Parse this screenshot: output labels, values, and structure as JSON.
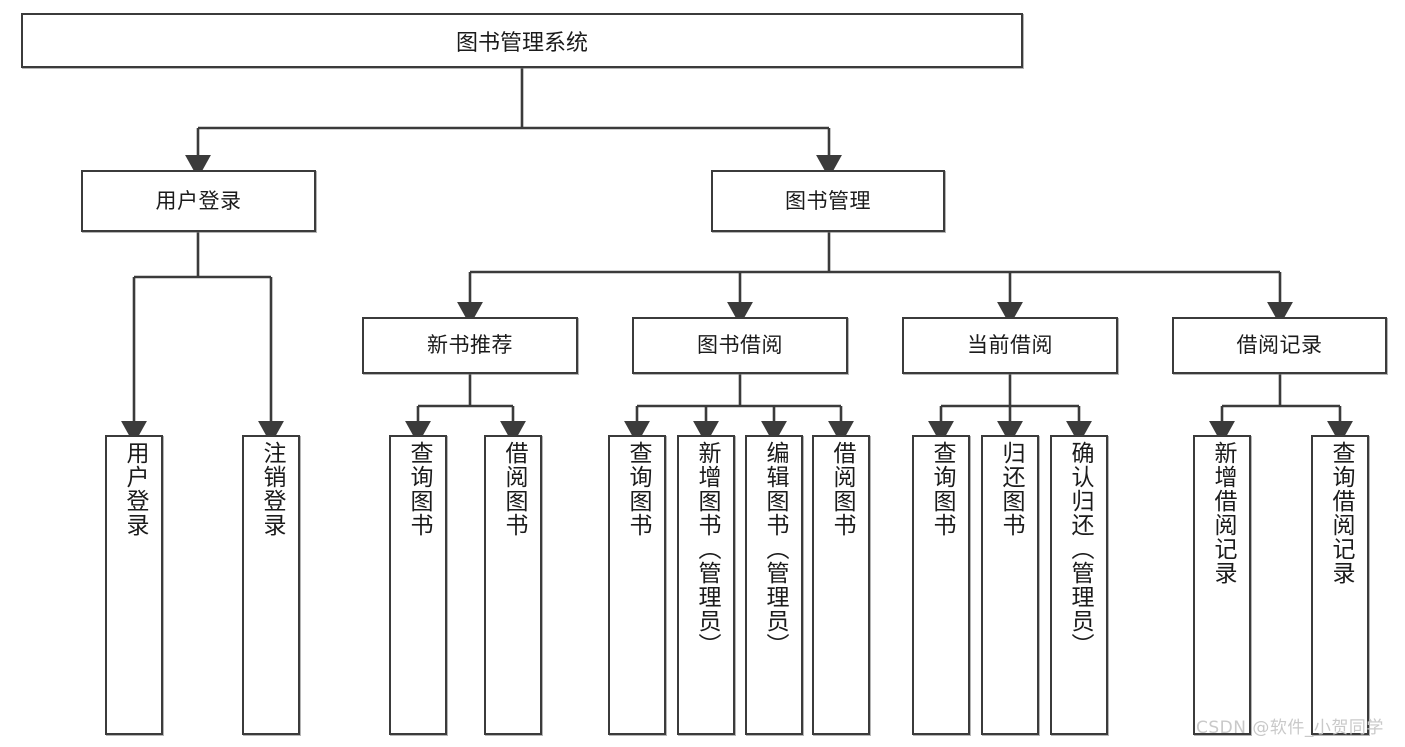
{
  "diagram": {
    "type": "tree",
    "title": "图书管理系统",
    "root": {
      "label": "图书管理系统"
    },
    "level2": [
      {
        "label": "用户登录"
      },
      {
        "label": "图书管理"
      }
    ],
    "level3": [
      {
        "label": "新书推荐"
      },
      {
        "label": "图书借阅"
      },
      {
        "label": "当前借阅"
      },
      {
        "label": "借阅记录"
      }
    ],
    "leaves": {
      "user_login": [
        {
          "label": "用户登录"
        },
        {
          "label": "注销登录"
        }
      ],
      "new_book_recommend": [
        {
          "label": "查询图书"
        },
        {
          "label": "借阅图书"
        }
      ],
      "book_borrow": [
        {
          "label": "查询图书"
        },
        {
          "label": "新增图书（管理员）"
        },
        {
          "label": "编辑图书（管理员）"
        },
        {
          "label": "借阅图书"
        }
      ],
      "current_borrow": [
        {
          "label": "查询图书"
        },
        {
          "label": "归还图书"
        },
        {
          "label": "确认归还（管理员）"
        }
      ],
      "borrow_records": [
        {
          "label": "新增借阅记录"
        },
        {
          "label": "查询借阅记录"
        }
      ]
    }
  },
  "watermark": {
    "text": "CSDN @软件_小贺同学"
  },
  "colors": {
    "border": "#3b3b3b",
    "text": "#1b1b1b",
    "background": "#ffffff",
    "watermark": "#c9c9c9"
  }
}
